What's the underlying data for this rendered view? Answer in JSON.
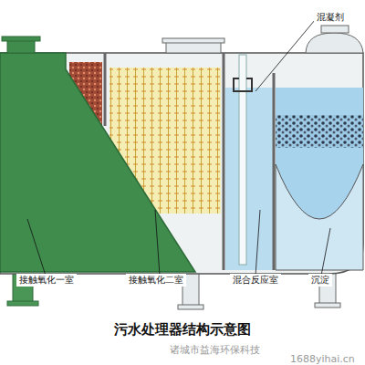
{
  "diagram": {
    "title": "污水处理器结构示意图",
    "labels": [
      "混凝剂",
      "接触氧化一室",
      "接触氧化二室",
      "混合反应室",
      "沉淀",
      "诸城市益海环保科技",
      "1688yihai.cn"
    ]
  }
}
